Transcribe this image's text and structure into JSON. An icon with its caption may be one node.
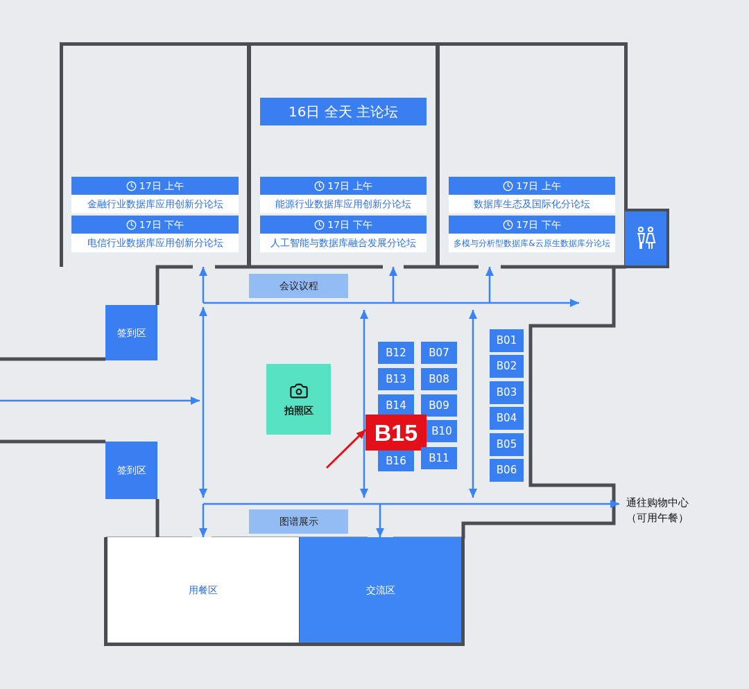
{
  "diagram": {
    "nodes": [
      {
        "text": [],
        "shape": "box"
      },
      {
        "text": [],
        "shape": "box"
      },
      {
        "text": [],
        "shape": "box"
      },
      {
        "text": [
          "16日 全天 主论坛"
        ],
        "in": 1
      },
      {
        "text": [
          "17日 上午",
          "金融行业数据库应用创新分论坛"
        ],
        "in": 0
      },
      {
        "text": [
          "17日 上午",
          "能源行业数据库应用创新分论坛"
        ],
        "in": 1
      },
      {
        "text": [
          "17日 上午",
          "数据库生态及国际化分论坛"
        ],
        "in": 2
      },
      {
        "text": [
          "17日 下午",
          "电信行业数据库应用创新分论坛"
        ],
        "in": 0
      },
      {
        "text": [
          "17日 下午",
          "人工智能与数据库融合发展分论坛"
        ],
        "in": 1
      },
      {
        "text": [
          "17日 下午",
          "多模与分析型数据库&云原生数据库分论坛"
        ],
        "in": 2
      },
      {
        "text": [],
        "shape": "box"
      },
      {
        "text": [
          "会议议程"
        ]
      },
      {
        "text": [
          "签到区"
        ]
      },
      {
        "text": [
          "B01"
        ]
      },
      {
        "text": [
          "B12"
        ]
      },
      {
        "text": [
          "B07"
        ]
      },
      {
        "text": [
          "B02"
        ]
      },
      {
        "text": [
          "拍照区"
        ]
      },
      {
        "text": [
          "B13"
        ]
      },
      {
        "text": [
          "B08"
        ]
      },
      {
        "text": [
          "B03"
        ]
      },
      {
        "text": [
          "B14"
        ]
      },
      {
        "text": [
          "B09"
        ]
      },
      {
        "text": [
          "B04"
        ]
      },
      {
        "text": [
          "B15"
        ]
      },
      {
        "text": [
          "B10"
        ]
      },
      {
        "text": [
          "B05"
        ]
      },
      {
        "text": [
          "签到区"
        ]
      },
      {
        "text": [
          "B16"
        ]
      },
      {
        "text": [
          "B11"
        ]
      },
      {
        "text": [
          "B06"
        ]
      },
      {
        "text": [
          "通往购物中心（可用午餐）"
        ]
      },
      {
        "text": [
          "图谱展示"
        ]
      },
      {
        "text": [
          "用餐区"
        ]
      },
      {
        "text": [
          "交流区"
        ]
      }
    ],
    "edges": [
      {
        "from": null,
        "to": 24,
        "arrow": "to",
        "color": "#e3101a"
      },
      {
        "from": null,
        "to": 0,
        "arrow": "to"
      },
      {
        "from": null,
        "to": 1,
        "arrow": "to"
      },
      {
        "from": null,
        "to": 2,
        "arrow": "to"
      },
      {
        "from": null,
        "to": 33,
        "arrow": "to"
      },
      {
        "from": null,
        "to": 34,
        "arrow": "to"
      },
      {
        "from": null,
        "to": 31,
        "arrow": "to"
      }
    ]
  }
}
